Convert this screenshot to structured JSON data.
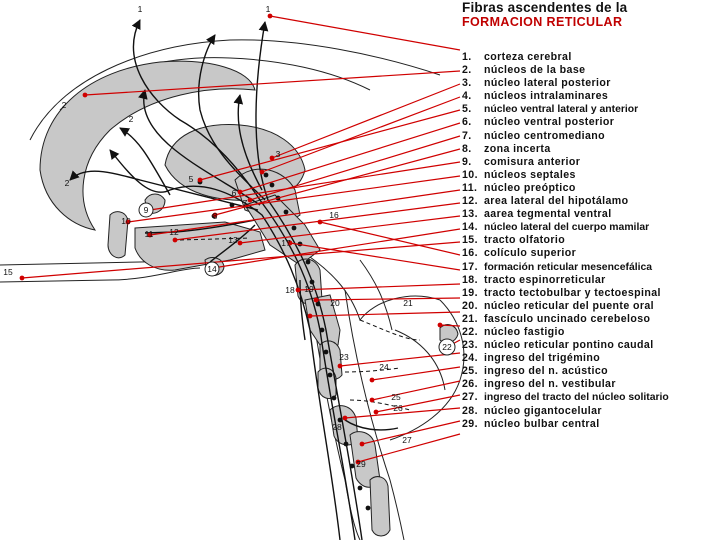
{
  "title": "Fibras ascendentes de la",
  "subtitle": "FORMACION RETICULAR",
  "colors": {
    "title": "#111111",
    "subtitle": "#c00000",
    "arrows": "#d00000",
    "shade": "#c8c8c8",
    "ink": "#111111"
  },
  "legend": [
    {
      "num": "1.",
      "label": "corteza cerebral"
    },
    {
      "num": "2.",
      "label": "núcleos de la base"
    },
    {
      "num": "3.",
      "label": "núcleo lateral posterior"
    },
    {
      "num": "4.",
      "label": "núcleos intralaminares"
    },
    {
      "num": "5.",
      "label": "núcleo ventral lateral y anterior"
    },
    {
      "num": "6.",
      "label": "núcleo ventral posterior"
    },
    {
      "num": "7.",
      "label": "núcleo centromediano"
    },
    {
      "num": "8.",
      "label": "zona incerta"
    },
    {
      "num": "9.",
      "label": "comisura anterior"
    },
    {
      "num": "10.",
      "label": "núcleos septales"
    },
    {
      "num": "11.",
      "label": "núcleo preóptico"
    },
    {
      "num": "12.",
      "label": "area lateral del hipotálamo"
    },
    {
      "num": "13.",
      "label": "aarea tegmental ventral"
    },
    {
      "num": "14.",
      "label": "núcleo lateral del cuerpo mamilar"
    },
    {
      "num": "15.",
      "label": "tracto olfatorio"
    },
    {
      "num": "16.",
      "label": "colículo superior"
    },
    {
      "num": "17.",
      "label": "formación reticular mesencefálica"
    },
    {
      "num": "18.",
      "label": "tracto espinorreticular"
    },
    {
      "num": "19.",
      "label": "tracto tectobulbar y tectoespinal"
    },
    {
      "num": "20.",
      "label": "núcleo reticular del puente oral"
    },
    {
      "num": "21.",
      "label": "fascículo uncinado cerebeloso"
    },
    {
      "num": "22.",
      "label": "núcleo fastigio"
    },
    {
      "num": "23.",
      "label": "núcleo reticular pontino caudal"
    },
    {
      "num": "24.",
      "label": "ingreso del trigémino"
    },
    {
      "num": "25.",
      "label": "ingreso del n. acústico"
    },
    {
      "num": "26.",
      "label": "ingreso del n. vestibular"
    },
    {
      "num": "27.",
      "label": "ingreso del tracto del núcleo solitario"
    },
    {
      "num": "28.",
      "label": "núcleo gigantocelular"
    },
    {
      "num": "29.",
      "label": "núcleo bulbar central"
    }
  ],
  "diagram_labels": {
    "n1a": "1",
    "n1b": "1",
    "n2a": "2",
    "n2b": "2",
    "n2c": "2",
    "n3": "3",
    "n5": "5",
    "n6": "6",
    "n7": "7",
    "n8": "8",
    "n9": "9",
    "n10": "10",
    "n11": "11",
    "n12": "12",
    "n13": "13",
    "n14": "14",
    "n15": "15",
    "n16": "16",
    "n17": "17",
    "n18": "18",
    "n19": "19",
    "n20": "20",
    "n21": "21",
    "n22": "22",
    "n23": "23",
    "n24": "24",
    "n25": "25",
    "n26": "26",
    "n27": "27",
    "n28": "28",
    "n29": "29"
  }
}
